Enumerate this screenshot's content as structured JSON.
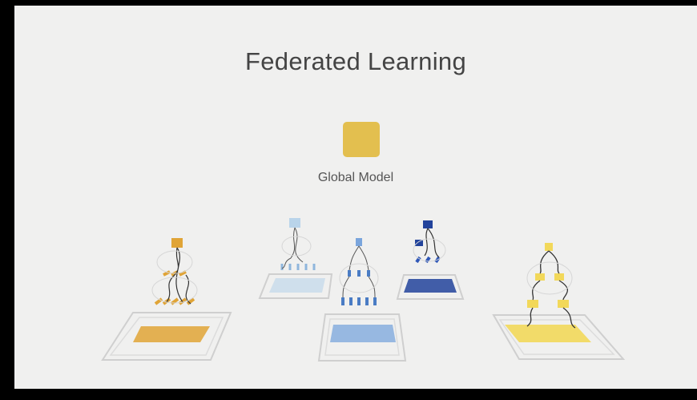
{
  "slide": {
    "title": "Federated Learning",
    "global_model": {
      "label": "Global Model",
      "color": "#e3bf4f"
    }
  },
  "devices": [
    {
      "name": "device-left",
      "color": "#e0a436",
      "accent": "#e0a436"
    },
    {
      "name": "device-back-left",
      "color": "#b9d4ea",
      "accent": "#8fb6dc"
    },
    {
      "name": "device-center",
      "color": "#7aa5dc",
      "accent": "#4a7cc4"
    },
    {
      "name": "device-back-right",
      "color": "#22439b",
      "accent": "#2f57b8"
    },
    {
      "name": "device-right",
      "color": "#f2d85a",
      "accent": "#e9c93c"
    }
  ]
}
